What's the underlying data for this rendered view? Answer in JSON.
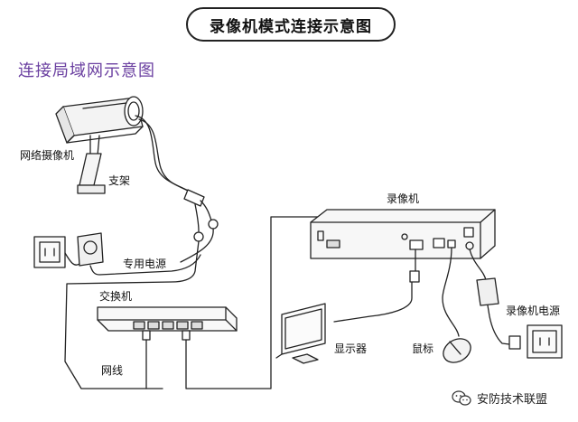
{
  "title": "录像机模式连接示意图",
  "subtitle": "连接局域网示意图",
  "labels": {
    "camera": "网络摄像机",
    "bracket": "支架",
    "power_adapter": "专用电源",
    "switch": "交换机",
    "cable": "网线",
    "recorder": "录像机",
    "monitor": "显示器",
    "mouse": "鼠标",
    "recorder_power": "录像机电源"
  },
  "watermark": "安防技术联盟"
}
